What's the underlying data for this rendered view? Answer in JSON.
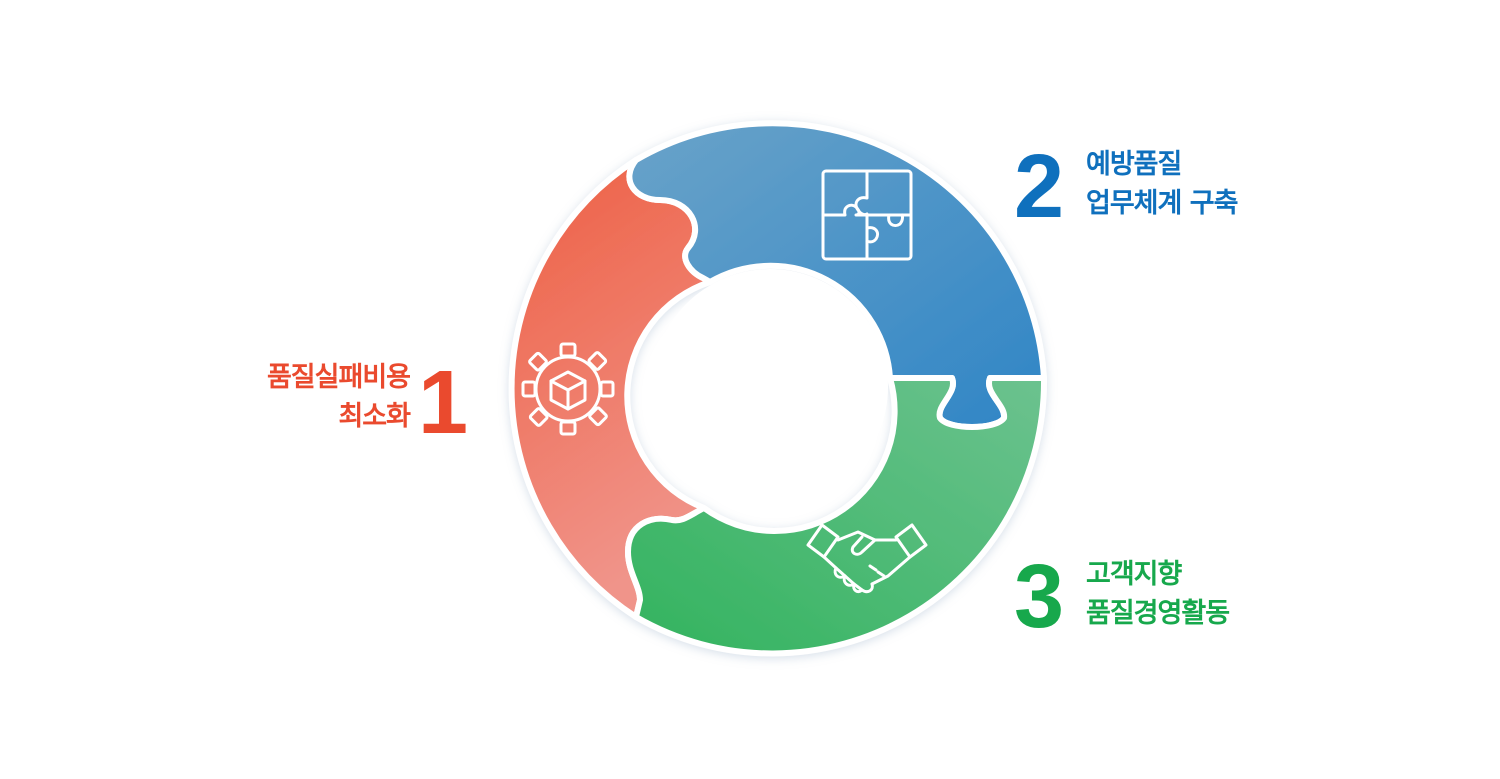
{
  "colors": {
    "red": "#EA4A2E",
    "blue": "#0F70BD",
    "green": "#17A84C",
    "background": "#FFFFFF",
    "inner_circle": "#FFFFFF"
  },
  "items": [
    {
      "number": "1",
      "lines": [
        "품질실패비용",
        "최소화"
      ],
      "color": "#EA4A2E",
      "icon": "gear-box-icon"
    },
    {
      "number": "2",
      "lines": [
        "예방품질",
        "업무체계 구축"
      ],
      "color": "#0F70BD",
      "icon": "puzzle-icon"
    },
    {
      "number": "3",
      "lines": [
        "고객지향",
        "품질경영활동"
      ],
      "color": "#17A84C",
      "icon": "handshake-icon"
    }
  ]
}
